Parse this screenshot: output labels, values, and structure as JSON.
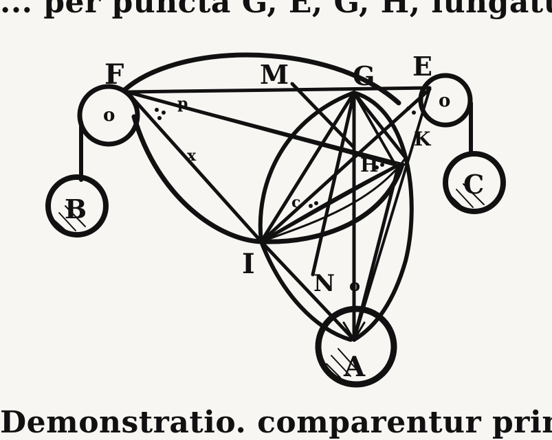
{
  "text": {
    "top_line": "... per puncta G, E, G, H, iungatur linea GH.",
    "bottom_line": "Demonstratio. comparentur primò per lere"
  },
  "figure": {
    "labels": {
      "F": "F",
      "M": "M",
      "G": "G",
      "E": "E",
      "K": "K",
      "H": "H",
      "B": "B",
      "C": "C",
      "I": "I",
      "N": "N",
      "A": "A",
      "o_left": "o",
      "o_right": "o",
      "o_bottom": "o",
      "p": "p",
      "x": "x",
      "c": "c"
    }
  }
}
